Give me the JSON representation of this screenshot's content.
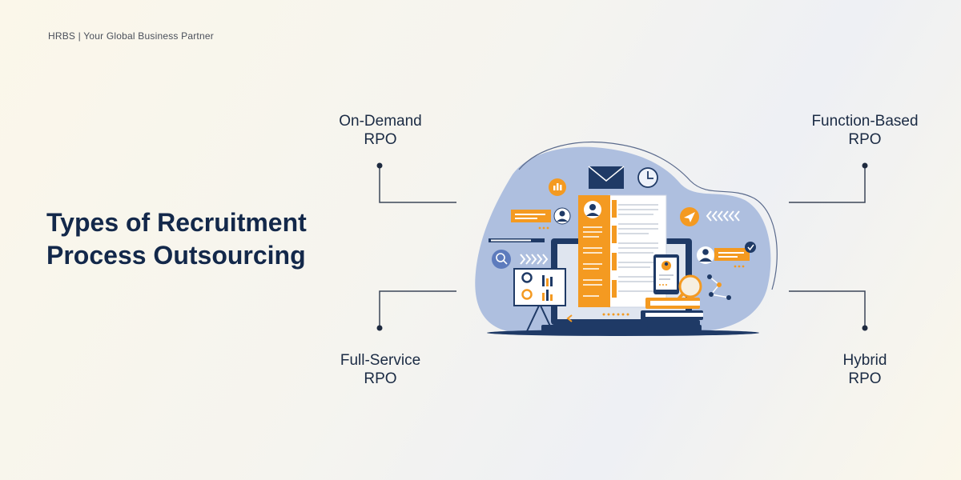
{
  "brand": "HRBS | Your Global Business Partner",
  "title": {
    "line1": "Types of Recruitment",
    "line2": "Process Outsourcing"
  },
  "types": [
    {
      "line1": "On-Demand",
      "line2": "RPO"
    },
    {
      "line1": "Function-Based",
      "line2": "RPO"
    },
    {
      "line1": "Full-Service",
      "line2": "RPO"
    },
    {
      "line1": "Hybrid",
      "line2": "RPO"
    }
  ],
  "colors": {
    "navy": "#13284a",
    "blob": "#aebfdf",
    "orange": "#f49a21",
    "connector": "#3c4658"
  }
}
